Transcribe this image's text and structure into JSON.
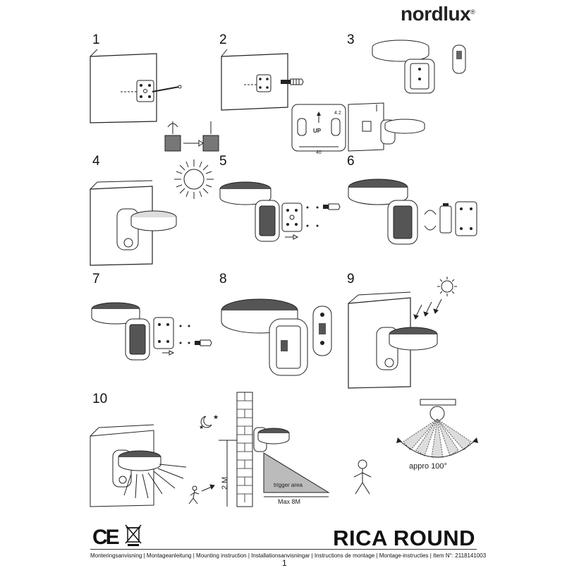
{
  "brand": {
    "name": "nordlux",
    "mark": "®"
  },
  "steps": [
    "1",
    "2",
    "3",
    "4",
    "5",
    "6",
    "7",
    "8",
    "9",
    "10"
  ],
  "step3": {
    "up_label": "UP",
    "dim_40": "40",
    "dim_42": "4.2"
  },
  "step10": {
    "height_label": "2 M",
    "trigger_label": "trigger area",
    "max_label": "Max 8M",
    "angle_label": "appro 100°"
  },
  "product": {
    "name": "RICA ROUND"
  },
  "marks": {
    "ce": "CE"
  },
  "footer": {
    "text": "Monteringsanvisning | Montageanleitung | Mounting instruction | Installationsanvisningar | Instructions de montage | Montage-instructies | Item N°: 2118141003"
  },
  "page": {
    "number": "1"
  }
}
